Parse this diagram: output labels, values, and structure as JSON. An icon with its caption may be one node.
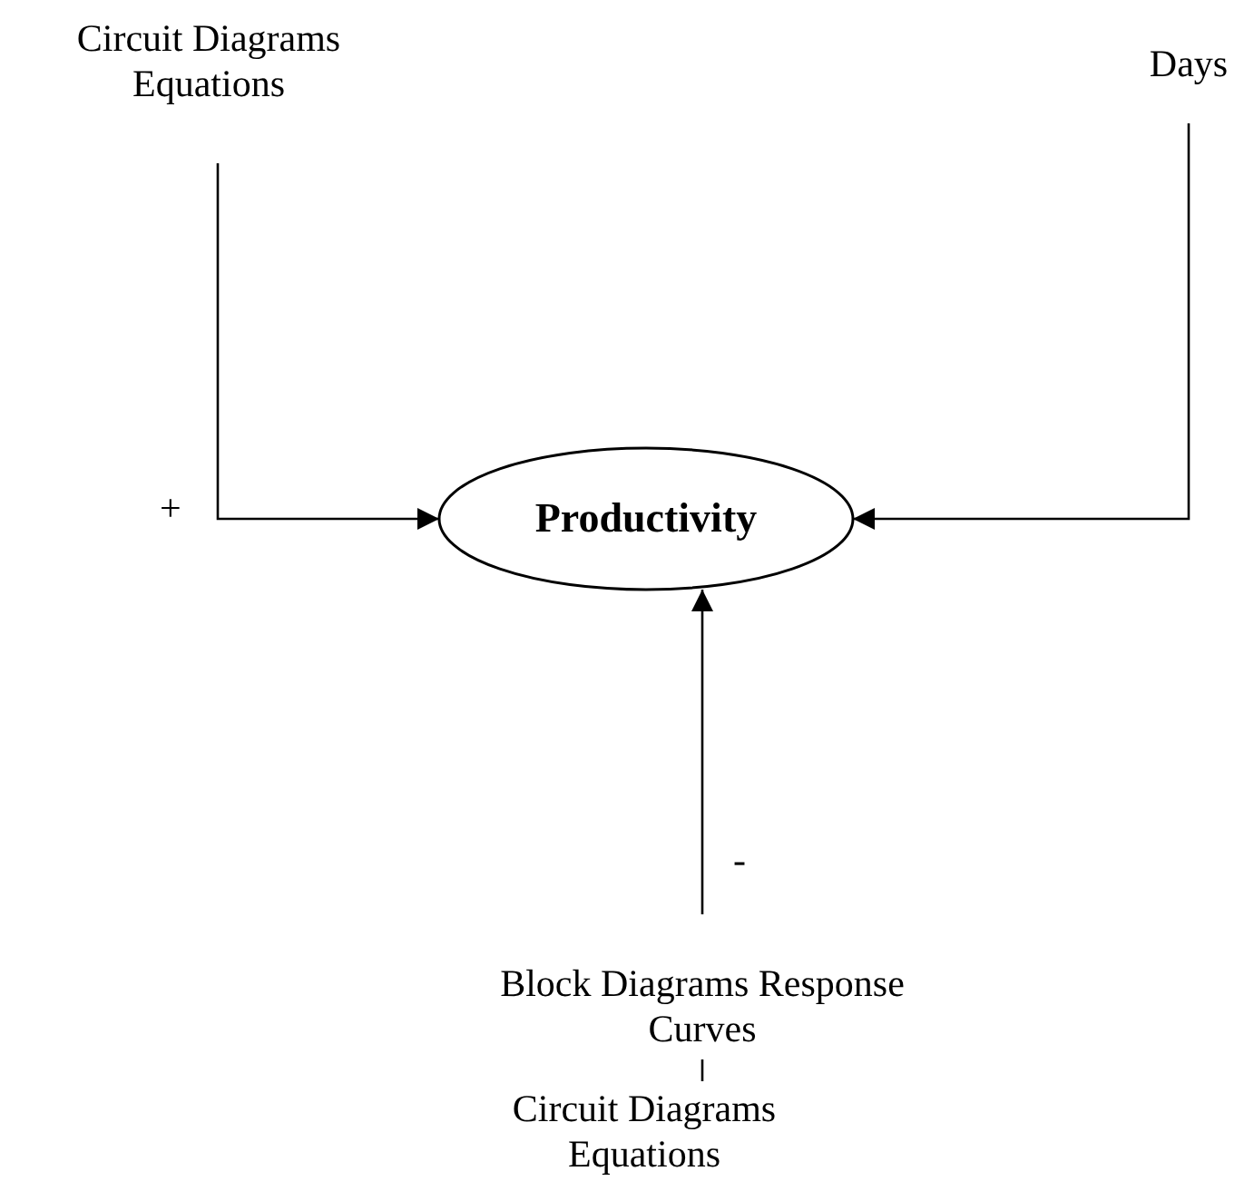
{
  "diagram": {
    "nodes": [
      {
        "text": [
          "Circuit Diagrams Equations"
        ]
      },
      {
        "text": [
          "Days"
        ]
      },
      {
        "text": [
          "Productivity"
        ]
      },
      {
        "text": [
          "Block Diagrams Response Curves"
        ]
      },
      {
        "text": [
          "Circuit Diagrams Equations"
        ]
      }
    ],
    "edges": [
      {
        "from": 0,
        "to": 2,
        "arrow": "to",
        "label": "+"
      },
      {
        "from": 1,
        "to": 2,
        "arrow": "to"
      },
      {
        "from": 3,
        "to": 2,
        "arrow": "to",
        "label": "-"
      },
      {
        "from": 4,
        "to": 3,
        "arrow": "none"
      }
    ]
  }
}
